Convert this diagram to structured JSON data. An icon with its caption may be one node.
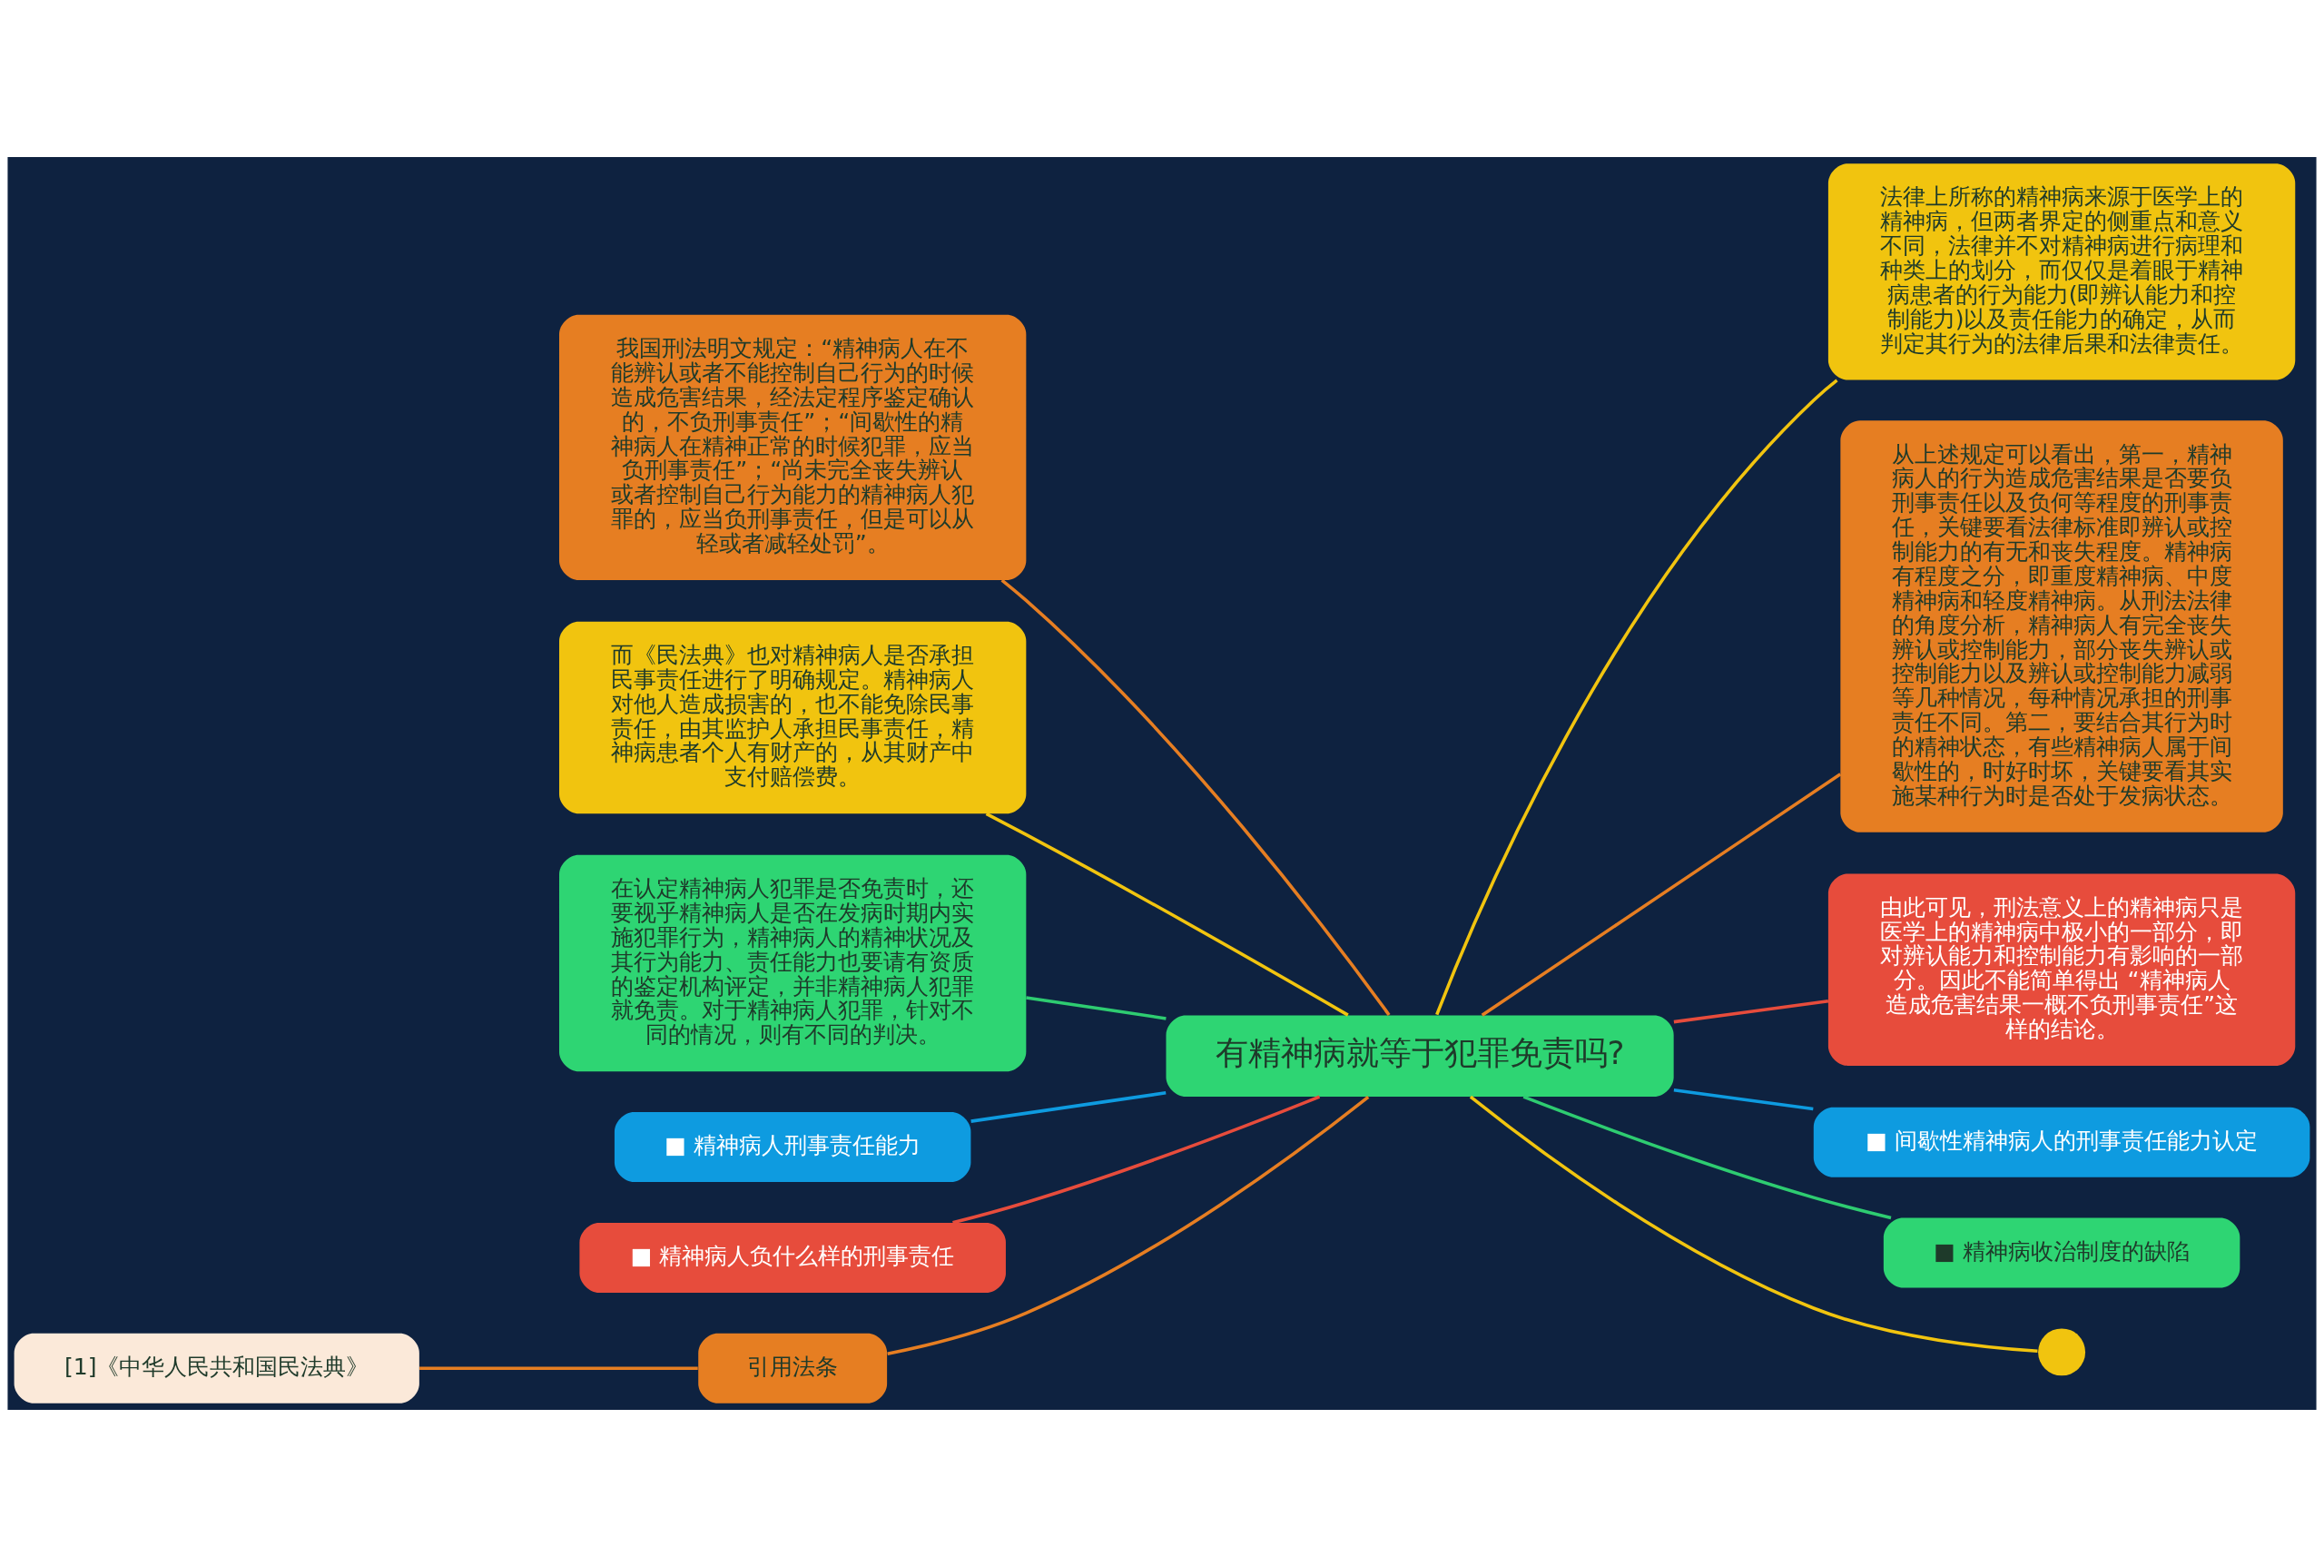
{
  "diagram": {
    "nodes": [
      {
        "text": [
          "有精神病就等于犯罪免责吗?"
        ]
      },
      {
        "text": [
          "我国刑法明文规定：“精神病人在不能辨认或者不能控制自己行为的时候造成危害结果，经法定程序鉴定确认的，不负刑事责任”；“间歇性的精神病人在精神正常的时候犯罪，应当负刑事责任”；“尚未完全丧失辨认或者控制自己行为能力的精神病人犯罪的，应当负刑事责任，但是可以从轻或者减轻处罚”。"
        ]
      },
      {
        "text": [
          "而《民法典》也对精神病人是否承担民事责任进行了明确规定。精神病人对他人造成损害的，也不能免除民事责任，由其监护人承担民事责任，精神病患者个人有财产的，从其财产中支付赔偿费。"
        ]
      },
      {
        "text": [
          "在认定精神病人犯罪是否免责时，还要视乎精神病人是否在发病时期内实施犯罪行为，精神病人的精神状况及其行为能力、责任能力也要请有资质的鉴定机构评定，并非精神病人犯罪就免责。对于精神病人犯罪，针对不同的情况，则有不同的判决。"
        ]
      },
      {
        "text": [
          "■ 精神病人刑事责任能力"
        ]
      },
      {
        "text": [
          "■ 精神病人负什么样的刑事责任"
        ]
      },
      {
        "text": [
          "引用法条"
        ]
      },
      {
        "text": [
          "[1]《中华人民共和国民法典》"
        ]
      },
      {
        "text": [
          "法律上所称的精神病来源于医学上的精神病，但两者界定的侧重点和意义不同，法律并不对精神病进行病理和种类上的划分，而仅仅是着眼于精神病患者的行为能力(即辨认能力和控制能力)以及责任能力的确定，从而判定其行为的法律后果和法律责任。"
        ]
      },
      {
        "text": [
          "从上述规定可以看出，第一，精神病人的行为造成危害结果是否要负刑事责任以及负何等程度的刑事责任，关键要看法律标准即辨认或控制能力的有无和丧失程度。精神病有程度之分，即重度精神病、中度精神病和轻度精神病。从刑法法律的角度分析，精神病人有完全丧失辨认或控制能力，部分丧失辨认或控制能力以及辨认或控制能力减弱等几种情况，每种情况承担的刑事责任不同。第二，要结合其行为时的精神状态，有些精神病人属于间歇性的，时好时坏，关键要看其实施某种行为时是否处于发病状态。"
        ]
      },
      {
        "text": [
          "由此可见，刑法意义上的精神病只是医学上的精神病中极小的一部分，即对辨认能力和控制能力有影响的一部分。因此不能简单得出 “精神病人造成危害结果一概不负刑事责任”这样的结论。"
        ]
      },
      {
        "text": [
          "■ 间歇性精神病人的刑事责任能力认定"
        ]
      },
      {
        "text": [
          "■ 精神病收治制度的缺陷"
        ]
      },
      {
        "text": [],
        "shape": "circle"
      }
    ],
    "edges": [
      {
        "from": 1,
        "to": 0,
        "arrow": "none",
        "color": "#e67e22"
      },
      {
        "from": 2,
        "to": 0,
        "arrow": "none",
        "color": "#f1c40f"
      },
      {
        "from": 3,
        "to": 0,
        "arrow": "none",
        "color": "#2ecc71"
      },
      {
        "from": 4,
        "to": 0,
        "arrow": "none",
        "color": "#0e9be0"
      },
      {
        "from": 5,
        "to": 0,
        "arrow": "none",
        "color": "#e74c3c"
      },
      {
        "from": 6,
        "to": 0,
        "arrow": "none",
        "color": "#e67e22"
      },
      {
        "from": 7,
        "to": 6,
        "arrow": "none",
        "color": "#e67e22"
      },
      {
        "from": 0,
        "to": 8,
        "arrow": "none",
        "color": "#f1c40f"
      },
      {
        "from": 0,
        "to": 9,
        "arrow": "none",
        "color": "#e67e22"
      },
      {
        "from": 0,
        "to": 10,
        "arrow": "none",
        "color": "#e74c3c"
      },
      {
        "from": 0,
        "to": 11,
        "arrow": "none",
        "color": "#0e9be0"
      },
      {
        "from": 0,
        "to": 12,
        "arrow": "none",
        "color": "#2ecc71"
      },
      {
        "from": 0,
        "to": 13,
        "arrow": "none",
        "color": "#f1c40f"
      }
    ]
  }
}
